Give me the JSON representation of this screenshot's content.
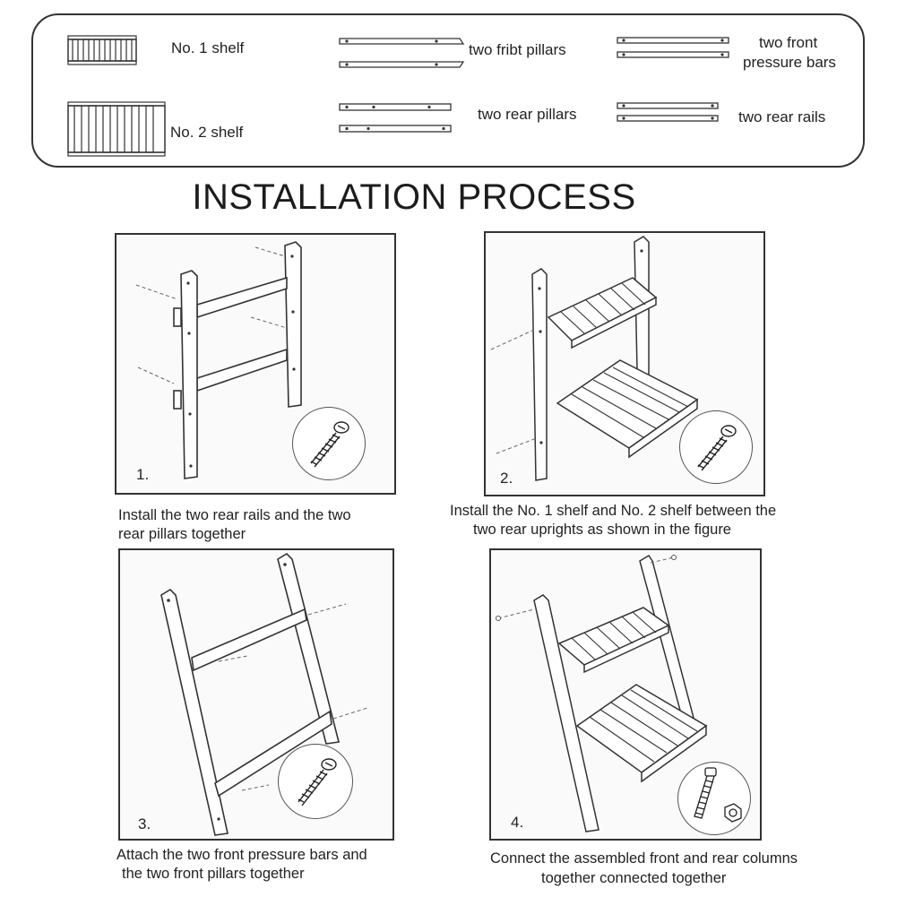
{
  "parts": {
    "no1_shelf": "No. 1 shelf",
    "no2_shelf": "No. 2 shelf",
    "front_pillars": "two fribt pillars",
    "rear_pillars": "two rear pillars",
    "front_bars_line1": "two front",
    "front_bars_line2": "pressure bars",
    "rear_rails": "two rear rails"
  },
  "title": "INSTALLATION PROCESS",
  "steps": [
    {
      "num": "1.",
      "caption_line1": "Install the two rear rails and the two",
      "caption_line2": "rear pillars together"
    },
    {
      "num": "2.",
      "caption_line1": "Install the No. 1 shelf and No. 2 shelf between the",
      "caption_line2": "two rear uprights as shown in the figure"
    },
    {
      "num": "3.",
      "caption_line1": "Attach the two front pressure bars and",
      "caption_line2": "the two front pillars together"
    },
    {
      "num": "4.",
      "caption_line1": "Connect the assembled front and rear columns",
      "caption_line2": "together connected together"
    }
  ]
}
